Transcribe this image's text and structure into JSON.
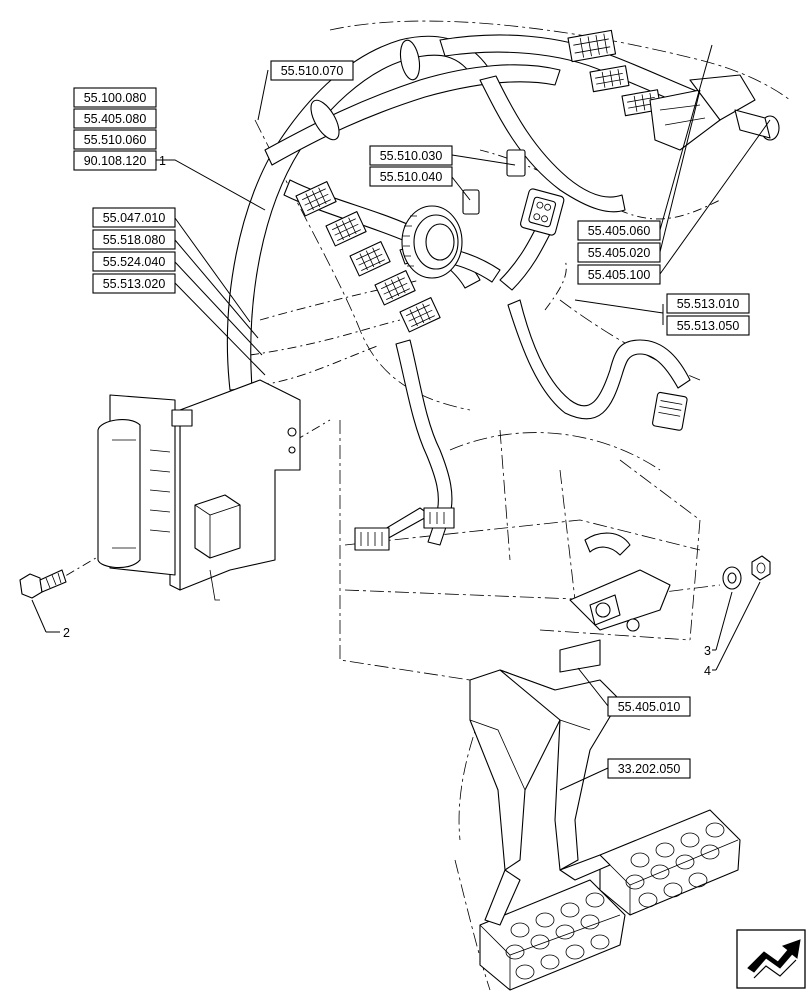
{
  "references": [
    {
      "id": "ref-55-510-070",
      "label": "55.510.070"
    },
    {
      "id": "ref-55-100-080",
      "label": "55.100.080"
    },
    {
      "id": "ref-55-405-080",
      "label": "55.405.080"
    },
    {
      "id": "ref-55-510-060",
      "label": "55.510.060"
    },
    {
      "id": "ref-90-108-120",
      "label": "90.108.120"
    },
    {
      "id": "ref-55-510-030",
      "label": "55.510.030"
    },
    {
      "id": "ref-55-510-040",
      "label": "55.510.040"
    },
    {
      "id": "ref-55-047-010",
      "label": "55.047.010"
    },
    {
      "id": "ref-55-518-080",
      "label": "55.518.080"
    },
    {
      "id": "ref-55-524-040",
      "label": "55.524.040"
    },
    {
      "id": "ref-55-513-020",
      "label": "55.513.020"
    },
    {
      "id": "ref-55-405-060",
      "label": "55.405.060"
    },
    {
      "id": "ref-55-405-020",
      "label": "55.405.020"
    },
    {
      "id": "ref-55-405-100",
      "label": "55.405.100"
    },
    {
      "id": "ref-55-513-010",
      "label": "55.513.010"
    },
    {
      "id": "ref-55-513-050",
      "label": "55.513.050"
    },
    {
      "id": "ref-55-405-010",
      "label": "55.405.010"
    },
    {
      "id": "ref-33-202-050",
      "label": "33.202.050"
    }
  ],
  "item_numbers": {
    "item1": "1",
    "item2": "2",
    "item3": "3",
    "item4": "4"
  },
  "nav_icon": "next-page-arrow-icon"
}
